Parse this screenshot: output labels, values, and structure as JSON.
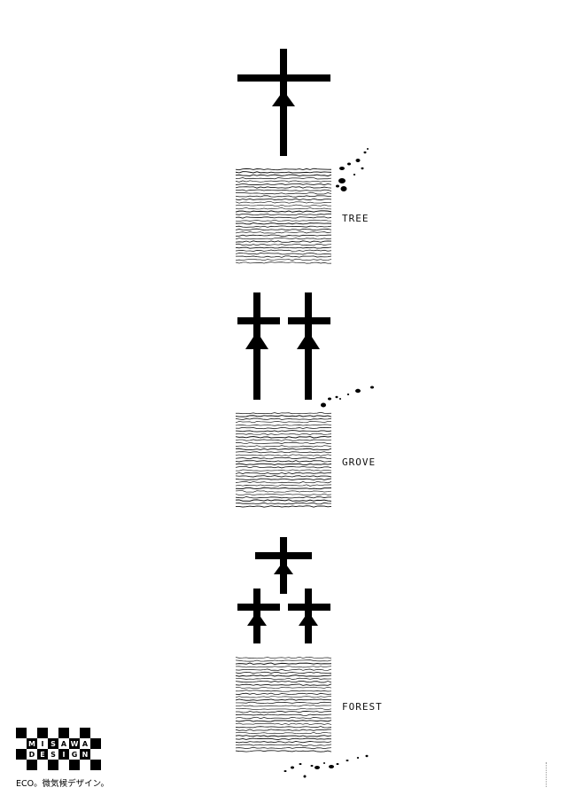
{
  "sections": [
    {
      "name": "tree",
      "label": "TREE"
    },
    {
      "name": "grove",
      "label": "GROVE"
    },
    {
      "name": "forest",
      "label": "FOREST"
    }
  ],
  "logo": {
    "letters": [
      "M",
      "I",
      "S",
      "A",
      "W",
      "A",
      "D",
      "E",
      "S",
      "I",
      "G",
      "N"
    ],
    "icon": "checkered-logo"
  },
  "tagline": "ECO。微気候デザイン。",
  "colors": {
    "ink": "#000000",
    "background": "#ffffff"
  }
}
